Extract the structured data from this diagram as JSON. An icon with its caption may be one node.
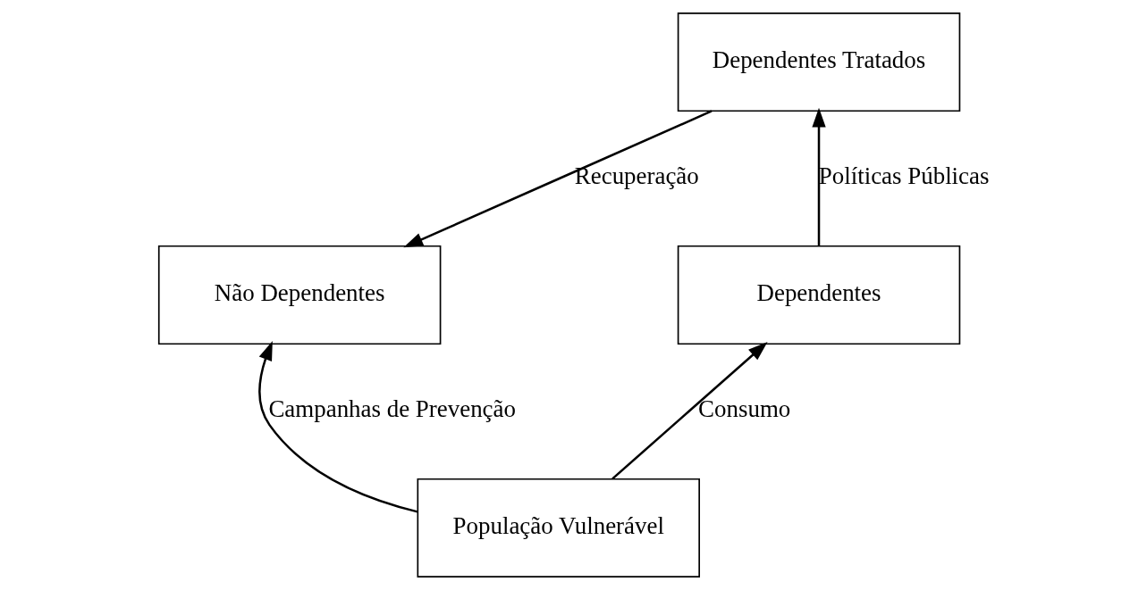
{
  "diagram": {
    "nodes": [
      {
        "text": [
          "Dependentes Tratados"
        ]
      },
      {
        "text": [
          "Não Dependentes"
        ]
      },
      {
        "text": [
          "Dependentes"
        ]
      },
      {
        "text": [
          "População Vulnerável"
        ]
      }
    ],
    "edges": [
      {
        "from": 0,
        "to": 1,
        "arrow": "to",
        "label": "Recuperação"
      },
      {
        "from": 3,
        "to": 1,
        "arrow": "to",
        "label": "Campanhas de Prevenção"
      },
      {
        "from": 3,
        "to": 2,
        "arrow": "to",
        "label": "Consumo"
      },
      {
        "from": 2,
        "to": 0,
        "arrow": "to",
        "label": "Políticas Públicas"
      }
    ]
  }
}
